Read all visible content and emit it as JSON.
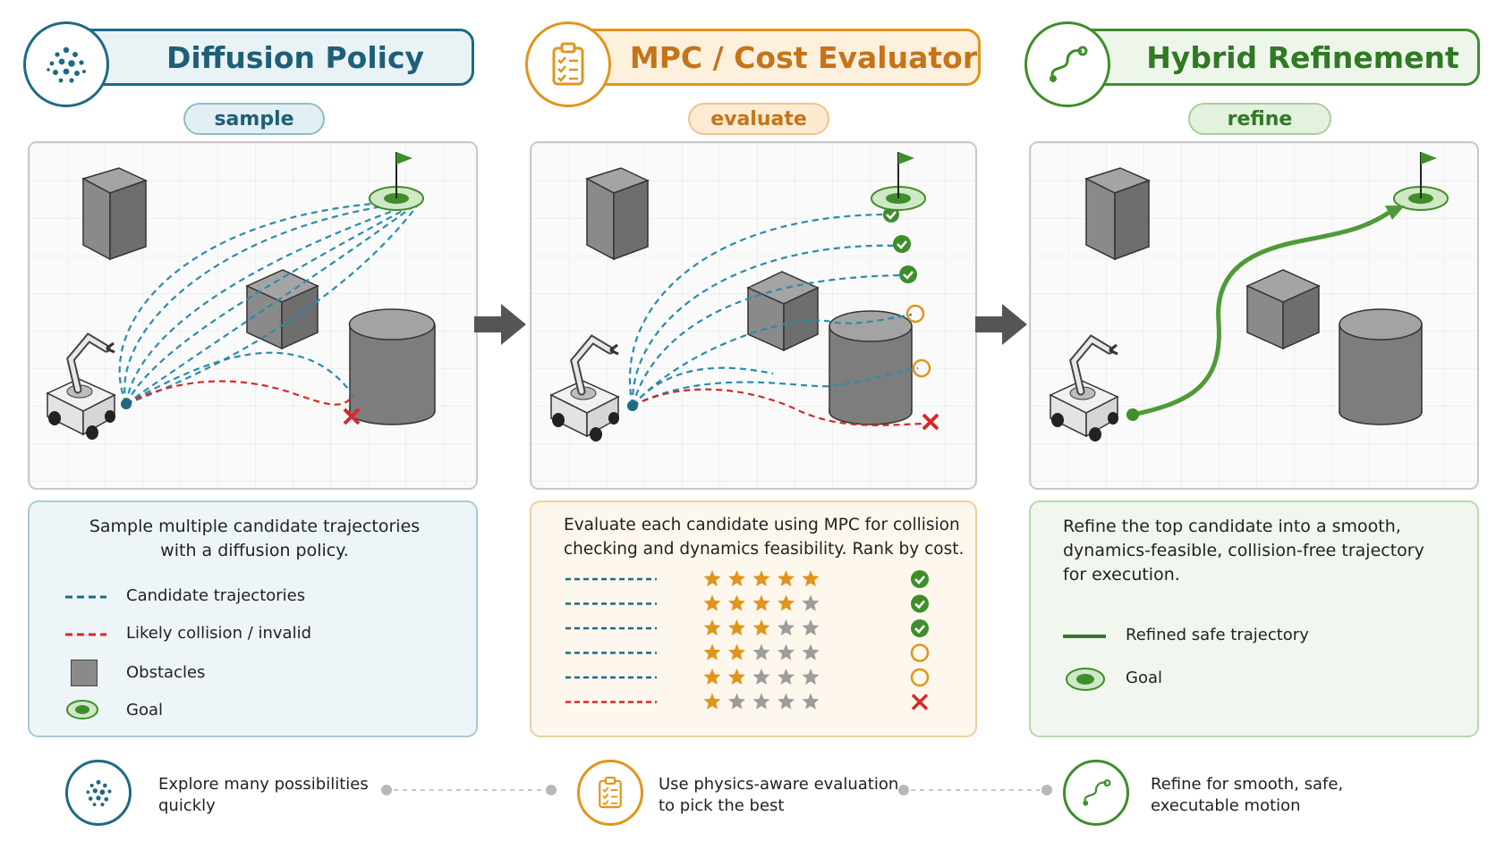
{
  "colors": {
    "blue": "#1e6a82",
    "orange": "#e0951c",
    "green": "#3e8e2a",
    "blue_bg": "#eef5f8",
    "orange_bg": "#fdf7ee",
    "green_bg": "#f1f7ef",
    "red": "#d8282a",
    "teal_line": "#2a8cab"
  },
  "panels": [
    {
      "title": "Diffusion Policy",
      "tag": "sample",
      "icon": "dots-cluster-icon",
      "description": "Sample multiple candidate trajectories\nwith a diffusion policy.",
      "legend": [
        {
          "icon": "dashed-blue-line",
          "label": "Candidate trajectories"
        },
        {
          "icon": "dashed-red-line",
          "label": "Likely collision / invalid"
        },
        {
          "icon": "gray-square",
          "label": "Obstacles"
        },
        {
          "icon": "goal-target",
          "label": "Goal"
        }
      ]
    },
    {
      "title": "MPC / Cost Evaluator",
      "tag": "evaluate",
      "icon": "clipboard-checklist-icon",
      "description": "Evaluate each candidate using MPC for collision\nchecking and dynamics feasibility. Rank by cost.",
      "ranking": [
        {
          "line": "blue",
          "stars": 5,
          "status": "check"
        },
        {
          "line": "blue",
          "stars": 4,
          "status": "check"
        },
        {
          "line": "blue",
          "stars": 3,
          "status": "check"
        },
        {
          "line": "blue",
          "stars": 2,
          "status": "circle"
        },
        {
          "line": "blue",
          "stars": 2,
          "status": "circle"
        },
        {
          "line": "red",
          "stars": 1,
          "status": "cross"
        }
      ]
    },
    {
      "title": "Hybrid Refinement",
      "tag": "refine",
      "icon": "curve-path-icon",
      "description": "Refine the top candidate into a smooth,\ndynamics-feasible, collision-free trajectory\nfor execution.",
      "legend": [
        {
          "icon": "solid-green-line",
          "label": "Refined safe trajectory"
        },
        {
          "icon": "goal-target",
          "label": "Goal"
        }
      ]
    }
  ],
  "bottom": [
    {
      "icon": "dots-cluster-icon",
      "text": "Explore many possibilities\nquickly"
    },
    {
      "icon": "clipboard-checklist-icon",
      "text": "Use physics-aware evaluation\nto pick the best"
    },
    {
      "icon": "curve-path-icon",
      "text": "Refine for smooth, safe,\nexecutable motion"
    }
  ]
}
